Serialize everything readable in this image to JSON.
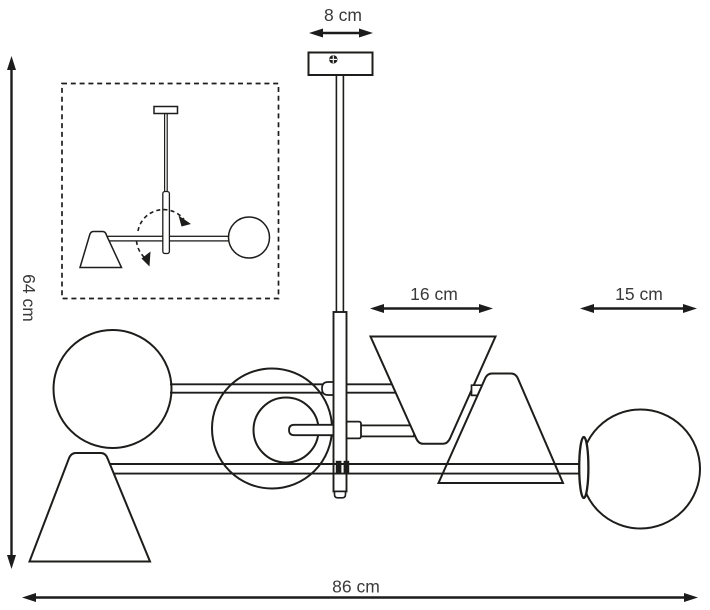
{
  "labels": {
    "canopy_width": "8 cm",
    "height": "64 cm",
    "cone_shade_width": "16 cm",
    "sphere_shade_width": "15 cm",
    "total_width": "86 cm"
  },
  "colors": {
    "line": "#1d1d1b",
    "dimension_line": "#1c1c1c",
    "text": "#3a3a3a",
    "background": "#ffffff"
  }
}
